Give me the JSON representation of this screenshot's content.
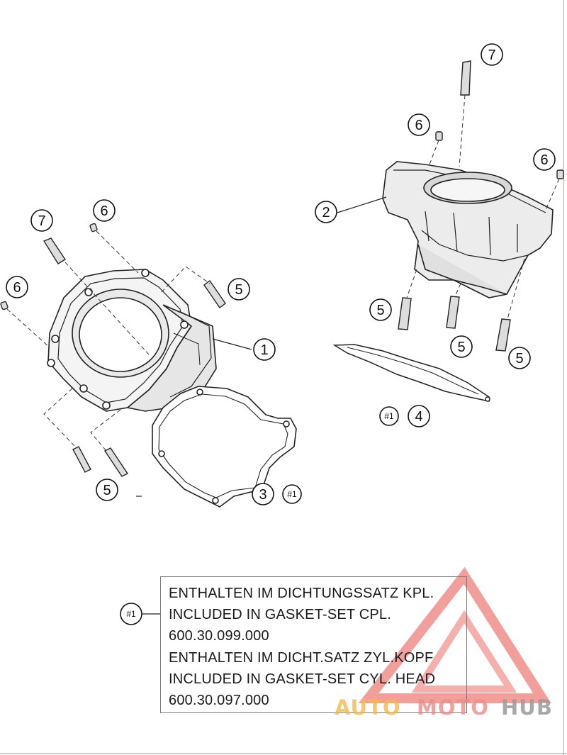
{
  "callouts": {
    "c1": "1",
    "c2": "2",
    "c3": "3",
    "c4": "4",
    "c5": "5",
    "c6": "6",
    "c7": "7",
    "ref": "#1"
  },
  "note": {
    "ref_label": "#1",
    "line1": "ENTHALTEN IM DICHTUNGSSATZ KPL.",
    "line2": "INCLUDED IN GASKET-SET CPL.",
    "line3": "600.30.099.000",
    "line4": "ENTHALTEN IM DICHT.SATZ ZYL.KOPF",
    "line5": "INCLUDED IN GASKET-SET CYL. HEAD",
    "line6": "600.30.097.000"
  },
  "watermark": {
    "part1": "AUTO",
    "part2": "MOTO",
    "part3": "HUB",
    "color1": "#f5b94a",
    "color2": "#f08a8a",
    "color3": "#9a9a9a",
    "triangle_color": "#e8504a"
  }
}
